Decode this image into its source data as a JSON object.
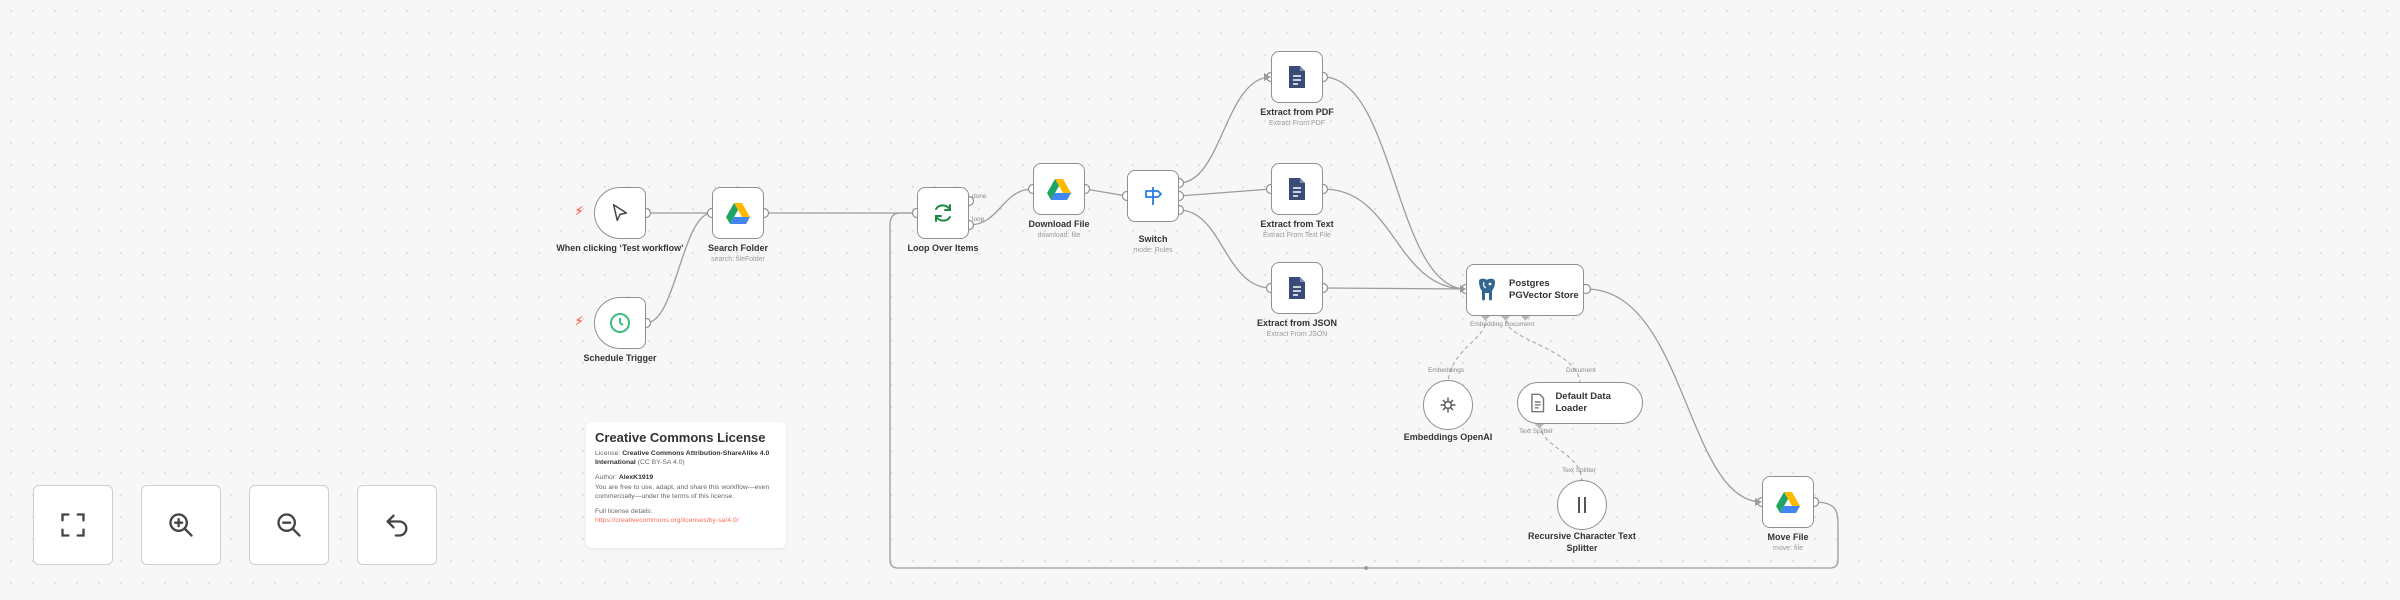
{
  "nodes": {
    "manual_trigger": {
      "label": "When clicking ‘Test workflow’"
    },
    "schedule_trigger": {
      "label": "Schedule Trigger"
    },
    "search_folder": {
      "label": "Search Folder",
      "subtitle": "search: fileFolder"
    },
    "loop_over_items": {
      "label": "Loop Over Items",
      "port_done": "done",
      "port_loop": "loop"
    },
    "download_file": {
      "label": "Download File",
      "subtitle": "download: file"
    },
    "switch": {
      "label": "Switch",
      "subtitle": "mode: Rules"
    },
    "extract_pdf": {
      "label": "Extract from PDF",
      "subtitle": "Extract From PDF"
    },
    "extract_text": {
      "label": "Extract from Text",
      "subtitle": "Extract From Text File"
    },
    "extract_json": {
      "label": "Extract from JSON",
      "subtitle": "Extract From JSON"
    },
    "pg_vector_store": {
      "label": "Postgres PGVector Store",
      "port_label": "Embedding Document"
    },
    "embeddings_openai": {
      "label": "Embeddings OpenAI",
      "port_label": "Embeddings"
    },
    "default_data_loader": {
      "label": "Default Data Loader",
      "port_in": "Document",
      "port_out": "Text Splitter"
    },
    "text_splitter": {
      "label": "Recursive Character Text Splitter",
      "port_label": "Text Splitter"
    },
    "move_file": {
      "label": "Move File",
      "subtitle": "move: file"
    }
  },
  "sticky_note": {
    "title": "Creative Commons License",
    "license_label": "License: ",
    "license_value": "Creative Commons Attribution-ShareAlike 4.0 International",
    "license_abbr": " (CC BY-SA 4.0)",
    "author_label": "Author: ",
    "author_value": "AlexK1919",
    "body": "You are free to use, adapt, and share this workflow—even commercially—under the terms of this license.",
    "details_label": "Full license details:",
    "details_url": "https://creativecommons.org/licenses/by-sa/4.0/"
  },
  "controls": [
    {
      "name": "fit-view-button",
      "icon": "fit-view-icon",
      "title": "Fit view"
    },
    {
      "name": "zoom-in-button",
      "icon": "zoom-in-icon",
      "title": "Zoom in"
    },
    {
      "name": "zoom-out-button",
      "icon": "zoom-out-icon",
      "title": "Zoom out"
    },
    {
      "name": "reset-zoom-button",
      "icon": "undo-icon",
      "title": "Reset zoom"
    }
  ],
  "colors": {
    "node_border": "#909090",
    "edge": "#9c9c9c",
    "trigger_bolt": "#ff6d5a",
    "loop_icon": "#1b8a3e",
    "schedule_icon": "#3fbf7f",
    "switch_icon": "#2a7de1",
    "extract_icon": "#394c77",
    "pgvector_icon": "#336791",
    "link": "#ff6d5a"
  }
}
